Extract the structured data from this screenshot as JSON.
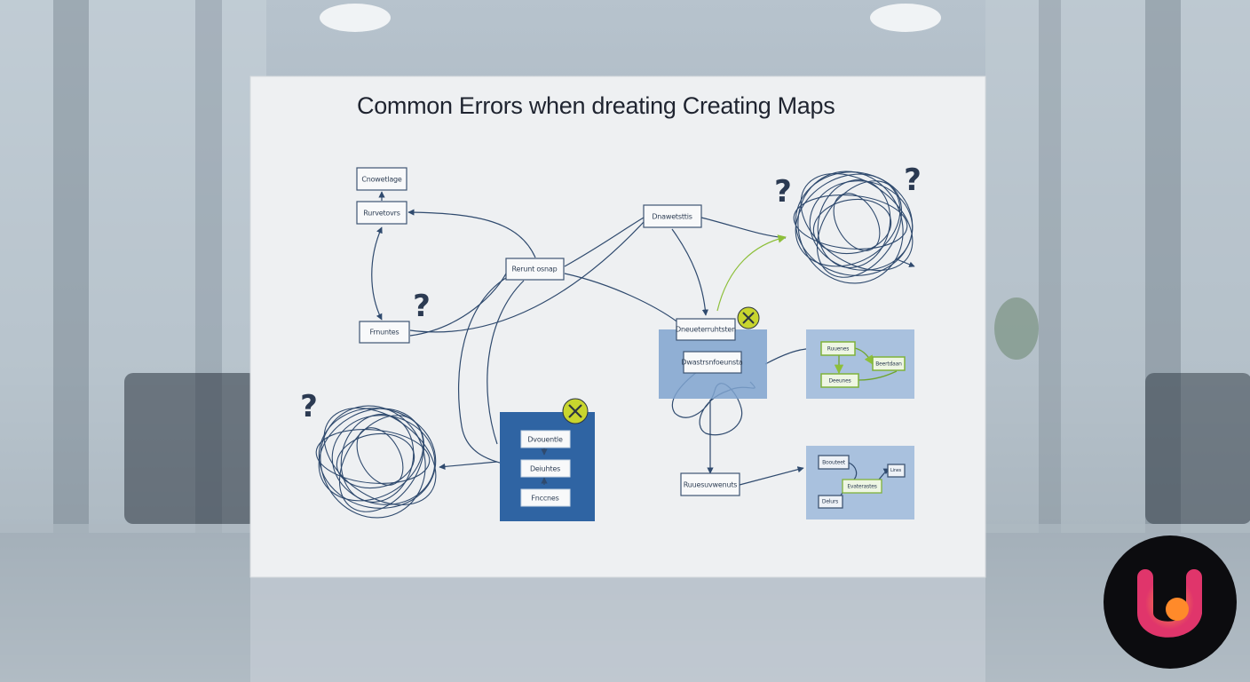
{
  "board": {
    "title": "Common Errors when dreating Creating Maps"
  },
  "nodes": [
    {
      "id": "n1",
      "label": "Cnowetlage"
    },
    {
      "id": "n2",
      "label": "Rurvetovrs"
    },
    {
      "id": "n3",
      "label": "Rerunt osnap"
    },
    {
      "id": "n4",
      "label": "Dnawetsttis"
    },
    {
      "id": "n5",
      "label": "Frnuntes"
    },
    {
      "id": "n6",
      "label": "Dneueterruhtsten"
    },
    {
      "id": "n7",
      "label": "Dwastrsnfoeunsta"
    },
    {
      "id": "n8",
      "label": "Ruuesuvwenuts"
    }
  ],
  "stack_nodes": [
    {
      "id": "s1",
      "label": "Dvouentle"
    },
    {
      "id": "s2",
      "label": "Deiuhtes"
    },
    {
      "id": "s3",
      "label": "Fnccnes"
    }
  ],
  "green_cluster": [
    {
      "id": "g1",
      "label": "Ruuenes"
    },
    {
      "id": "g2",
      "label": "Beertdaan"
    },
    {
      "id": "g3",
      "label": "Deeunes"
    }
  ],
  "blue_cluster": [
    {
      "id": "b1",
      "label": "Boouteet"
    },
    {
      "id": "b2",
      "label": "Lines"
    },
    {
      "id": "b3",
      "label": "Evaterastes"
    },
    {
      "id": "b4",
      "label": "Delurs"
    }
  ],
  "question_marks": [
    "?",
    "?",
    "?",
    "?"
  ],
  "colors": {
    "accent_blue": "#2f64a3",
    "accent_green": "#8dbf3a",
    "error_badge": "#c8d52e",
    "line": "#2f4a6e"
  }
}
